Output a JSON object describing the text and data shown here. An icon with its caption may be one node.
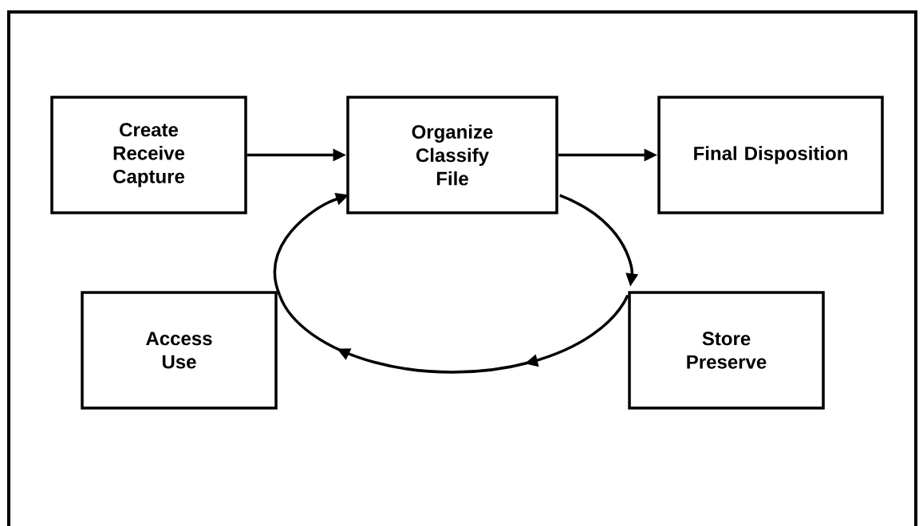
{
  "diagram": {
    "nodes": [
      {
        "text": [
          "Create Receive Capture"
        ]
      },
      {
        "text": [
          "Organize Classify File"
        ]
      },
      {
        "text": [
          "Final Disposition"
        ]
      },
      {
        "text": [
          "Access Use"
        ]
      },
      {
        "text": [
          "Store Preserve"
        ]
      }
    ],
    "edges": [
      {
        "from": 0,
        "to": 1,
        "arrow": "to"
      },
      {
        "from": 1,
        "to": 2,
        "arrow": "to"
      },
      {
        "from": 1,
        "to": 4,
        "arrow": "to"
      },
      {
        "from": 4,
        "to": 3,
        "arrow": "to"
      },
      {
        "from": 3,
        "to": 1,
        "arrow": "to"
      }
    ]
  }
}
